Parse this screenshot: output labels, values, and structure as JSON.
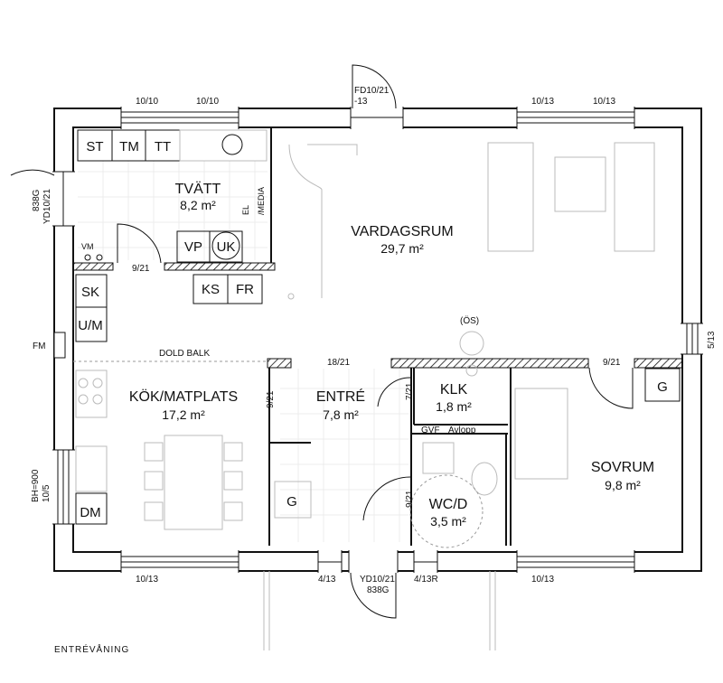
{
  "plan": {
    "floor_label": "ENTRÉVÅNING",
    "rooms": [
      {
        "id": "tvatt",
        "name": "TVÄTT",
        "area": "8,2 m²"
      },
      {
        "id": "vardagsrum",
        "name": "VARDAGSRUM",
        "area": "29,7 m²"
      },
      {
        "id": "kok",
        "name": "KÖK/MATPLATS",
        "area": "17,2 m²"
      },
      {
        "id": "entre",
        "name": "ENTRÉ",
        "area": "7,8 m²"
      },
      {
        "id": "klk",
        "name": "KLK",
        "area": "1,8 m²"
      },
      {
        "id": "sovrum",
        "name": "SOVRUM",
        "area": "9,8 m²"
      },
      {
        "id": "wcd",
        "name": "WC/D",
        "area": "3,5 m²"
      }
    ],
    "fixtures": {
      "st": "ST",
      "tm": "TM",
      "tt": "TT",
      "vp": "VP",
      "uk": "UK",
      "ks": "KS",
      "fr": "FR",
      "sk": "SK",
      "um": "U/M",
      "dm": "DM",
      "g_entre": "G",
      "g_sovrum": "G"
    },
    "labels": {
      "el_media_1": "EL",
      "el_media_2": "/MEDIA",
      "vm": "VM",
      "fm": "FM",
      "dold_balk": "DOLD BALK",
      "os": "(ÖS)",
      "gvf": "GVF",
      "avlopp": "Avlopp",
      "bh_1": "BH=900",
      "bh_2": "10/5"
    },
    "dimensions": {
      "top_w1": "10/10",
      "top_w2": "10/10",
      "top_door_1": "FD10/21",
      "top_door_2": "-13",
      "top_w3": "10/13",
      "top_w4": "10/13",
      "left_door_1": "838G",
      "left_door_2": "YD10/21",
      "right_w": "5/13",
      "d_tvatt": "9/21",
      "d_hall_top": "18/21",
      "d_sovrum": "9/21",
      "d_entre_left": "9/21",
      "d_klk": "7/21",
      "d_wc": "9/21",
      "bot_w1": "10/13",
      "bot_w2": "4/13",
      "bot_door_1": "YD10/21",
      "bot_door_2": "838G",
      "bot_w3": "4/13R",
      "bot_w4": "10/13"
    }
  }
}
